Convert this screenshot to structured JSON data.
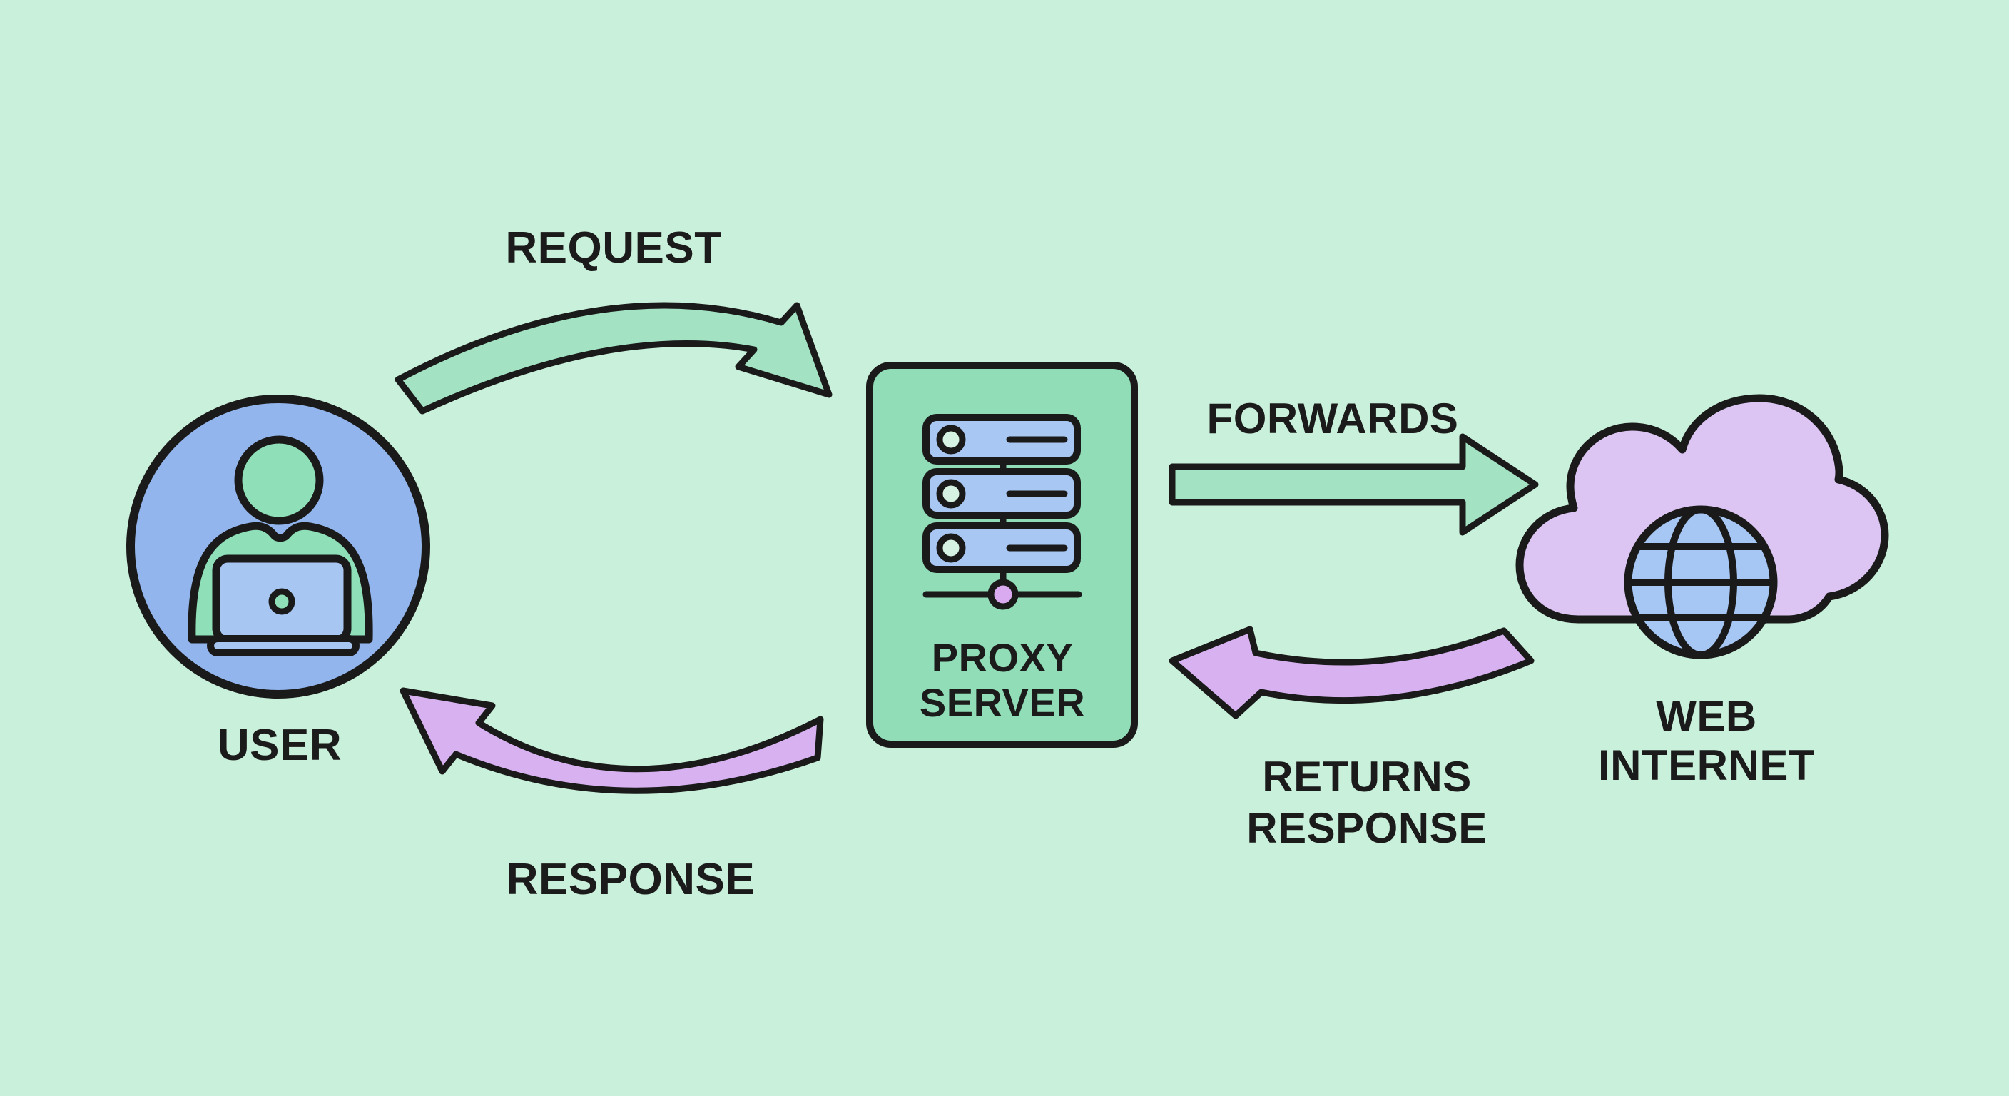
{
  "diagram": {
    "background_color": "#c9f0da",
    "outline_color": "#1a1a1a",
    "text_color": "#1b1b1b",
    "nodes": {
      "user": {
        "label": "USER",
        "circle_color": "#93b5ed",
        "person_color": "#8fe0b8",
        "laptop_color": "#a8c6f2"
      },
      "proxy_server": {
        "label_line1": "PROXY",
        "label_line2": "SERVER",
        "box_color": "#90ddb7",
        "server_row_color": "#a9c7f3",
        "server_light_color": "#d6f2e3",
        "network_node_color": "#d9aaf0"
      },
      "web_internet": {
        "label_line1": "WEB",
        "label_line2": "INTERNET",
        "cloud_color": "#dcc5f3",
        "globe_color": "#a6c6f3"
      }
    },
    "arrows": {
      "request": {
        "label": "REQUEST",
        "color": "#a3e3c3"
      },
      "forwards": {
        "label": "FORWARDS",
        "color": "#a3e3c3"
      },
      "returns_response": {
        "label_line1": "RETURNS",
        "label_line2": "RESPONSE",
        "color": "#d8b2f0"
      },
      "response": {
        "label": "RESPONSE",
        "color": "#d8b2f0"
      }
    }
  }
}
